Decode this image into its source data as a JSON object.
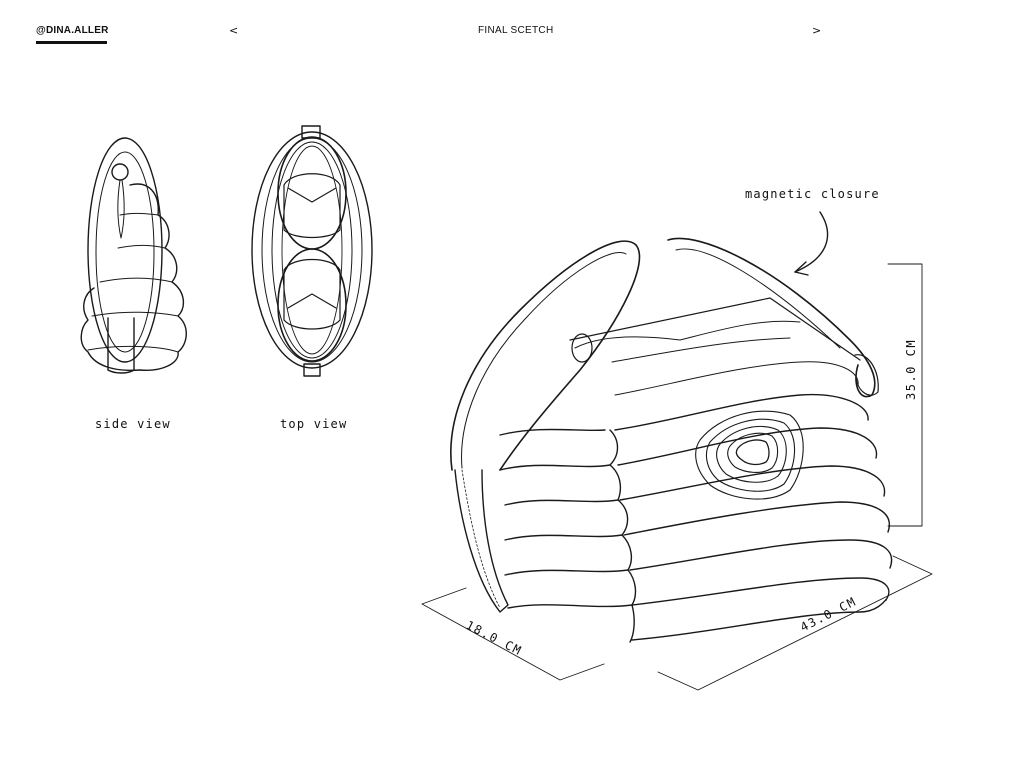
{
  "header": {
    "author": "@DINA.ALLER",
    "prev_label": "<",
    "next_label": ">",
    "title": "FINAL SCETCH"
  },
  "labels": {
    "side_view": "side view",
    "top_view": "top view",
    "magnetic_closure": "magnetic closure"
  },
  "dimensions": {
    "height": "35.0 CM",
    "depth": "18.0 CM",
    "width": "43.0 CM"
  }
}
